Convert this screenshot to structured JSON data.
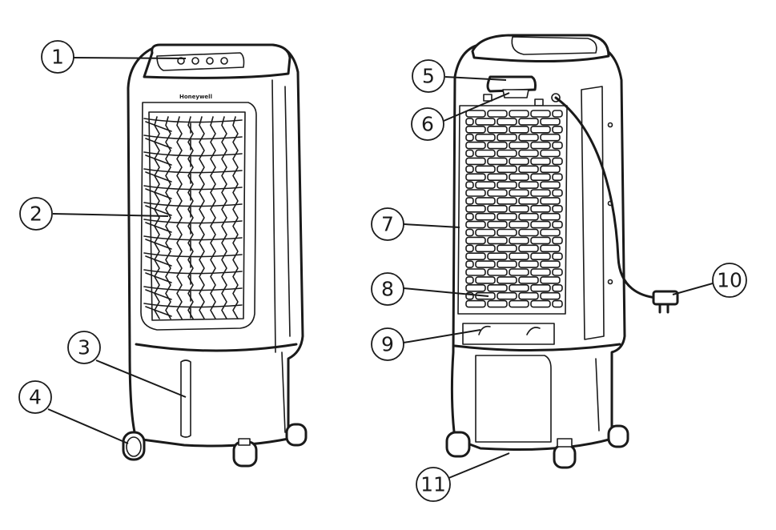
{
  "brand_label": "Honeywell",
  "callouts": [
    {
      "number": "1",
      "part": "control-panel"
    },
    {
      "number": "2",
      "part": "louvers"
    },
    {
      "number": "3",
      "part": "water-level-window"
    },
    {
      "number": "4",
      "part": "caster-wheel"
    },
    {
      "number": "5",
      "part": "handle"
    },
    {
      "number": "6",
      "part": "ice-pack-compartment"
    },
    {
      "number": "7",
      "part": "rear-body"
    },
    {
      "number": "8",
      "part": "honeycomb-filter"
    },
    {
      "number": "9",
      "part": "filter-frame-grip"
    },
    {
      "number": "10",
      "part": "power-plug"
    },
    {
      "number": "11",
      "part": "water-tank"
    }
  ]
}
